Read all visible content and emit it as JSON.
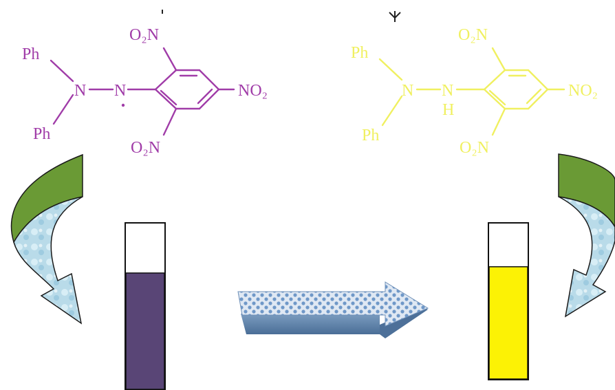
{
  "colors": {
    "radical": "#a03ca8",
    "reduced": "#f0f060",
    "solution_radical": "#594576",
    "solution_reduced": "#fcf205",
    "curved_arrow_green": "#6a9a35",
    "curved_arrow_water": "#b8dcea",
    "reaction_arrow": "#7f9fbf"
  },
  "molecules": {
    "radical": {
      "ph_top": "Ph",
      "ph_bottom": "Ph",
      "n1": "N",
      "n2": "N",
      "no2_top": "O₂N",
      "no2_bottom": "O₂N",
      "no2_para": "NO₂"
    },
    "reduced": {
      "ph_top": "Ph",
      "ph_bottom": "Ph",
      "n1": "N",
      "n2": "N",
      "h": "H",
      "no2_top": "O₂N",
      "no2_bottom": "O₂N",
      "no2_para": "NO₂"
    }
  },
  "cuvettes": {
    "left": {
      "fill_fraction": 0.7
    },
    "right": {
      "fill_fraction": 0.72
    }
  }
}
